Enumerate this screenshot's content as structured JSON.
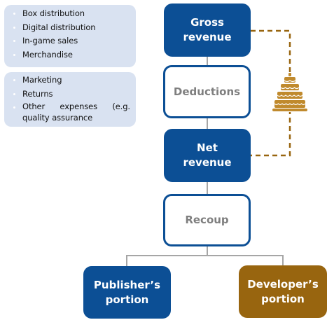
{
  "revenue_sources": [
    "Box distribution",
    "Digital distribution",
    "In-game sales",
    "Merchandise"
  ],
  "deduction_items": [
    "Marketing",
    "Returns",
    "Other expenses (e.g. quality assurance"
  ],
  "flow": {
    "gross": "Gross revenue",
    "deductions": "Deductions",
    "net": "Net revenue",
    "recoup": "Recoup",
    "publisher": "Publisher’s portion",
    "developer": "Developer’s portion"
  },
  "colors": {
    "primary_blue": "#0c4f95",
    "panel_blue": "#d9e2f1",
    "gold": "#98650f",
    "cake_gold": "#c08a2d",
    "connector_gray": "#a6a6a6",
    "label_gray": "#7f7f7f"
  },
  "icons": {
    "cake": "layered-cake-icon"
  }
}
